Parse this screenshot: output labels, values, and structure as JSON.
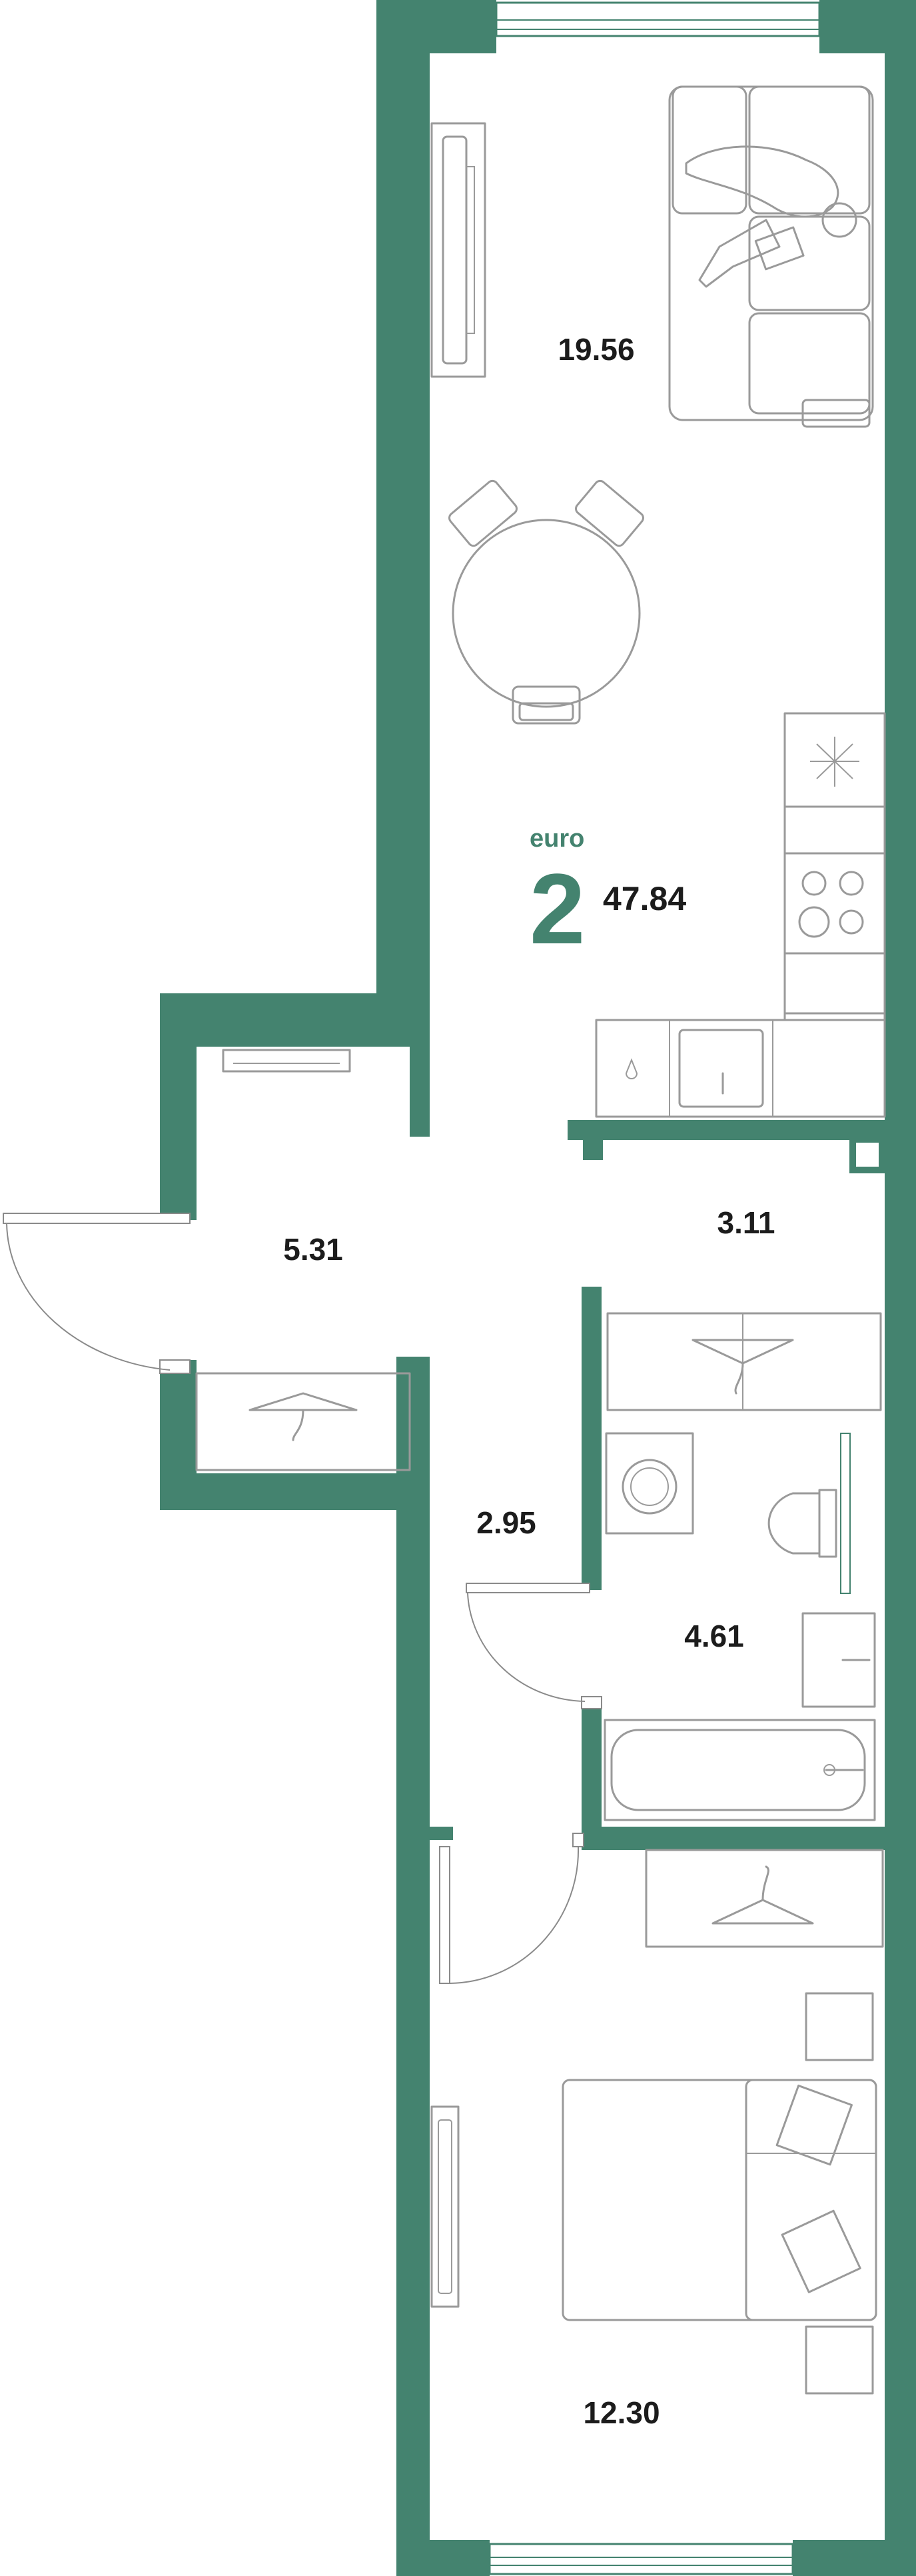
{
  "apartment": {
    "type_prefix": "euro",
    "rooms": "2",
    "total_area": "47.84"
  },
  "rooms": [
    {
      "name": "living-kitchen",
      "area": "19.56"
    },
    {
      "name": "hall",
      "area": "5.31"
    },
    {
      "name": "corridor",
      "area": "3.11"
    },
    {
      "name": "hallway",
      "area": "2.95"
    },
    {
      "name": "bathroom",
      "area": "4.61"
    },
    {
      "name": "bedroom",
      "area": "12.30"
    }
  ],
  "colors": {
    "wall": "#44836f",
    "furniture": "#9a9a9a",
    "text": "#1c1c1c"
  }
}
